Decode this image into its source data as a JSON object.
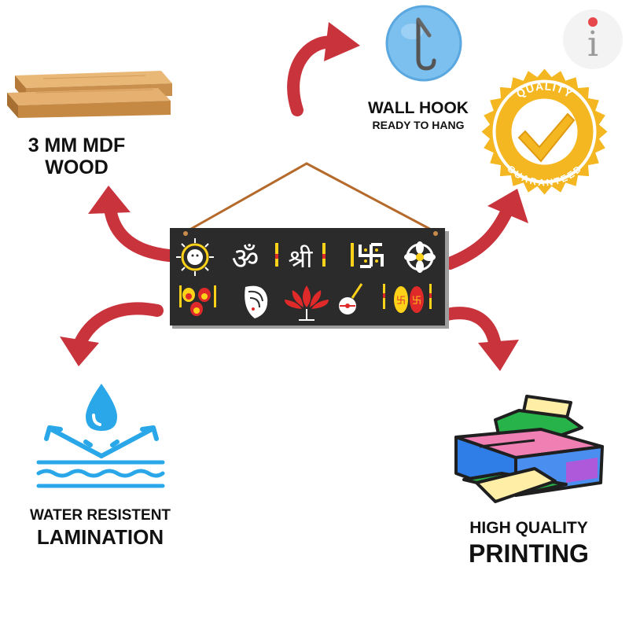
{
  "features": {
    "wood": {
      "line1": "3 MM MDF",
      "line2": "WOOD",
      "icon": "wood-planks-icon"
    },
    "hook": {
      "line1": "WALL HOOK",
      "line2": "READY TO HANG",
      "icon": "wall-hook-icon"
    },
    "quality": {
      "badge_top": "QUALITY",
      "badge_bottom": "GUARANTEED",
      "icon": "quality-badge-icon"
    },
    "lamination": {
      "line1": "WATER RESISTENT",
      "line2": "LAMINATION",
      "icon": "water-resistant-icon"
    },
    "printing": {
      "line1": "HIGH QUALITY",
      "line2": "PRINTING",
      "icon": "printer-icon"
    }
  },
  "product": {
    "icon": "shubh-symbols-wall-hanging",
    "symbols_row1": [
      "sun",
      "om",
      "shri",
      "swastik",
      "kalash-flower"
    ],
    "symbols_row2": [
      "kumkum-dots",
      "shankh",
      "lotus",
      "kalash-lamp",
      "charan-paduka"
    ],
    "sign_bg": "#2b2b2b"
  },
  "brand": {
    "icon": "brand-logo-icon",
    "letter": "i"
  },
  "colors": {
    "arrow": "#c8333c",
    "wood": "#d7a264",
    "badge": "#f4b721",
    "water": "#2aa7e8"
  }
}
